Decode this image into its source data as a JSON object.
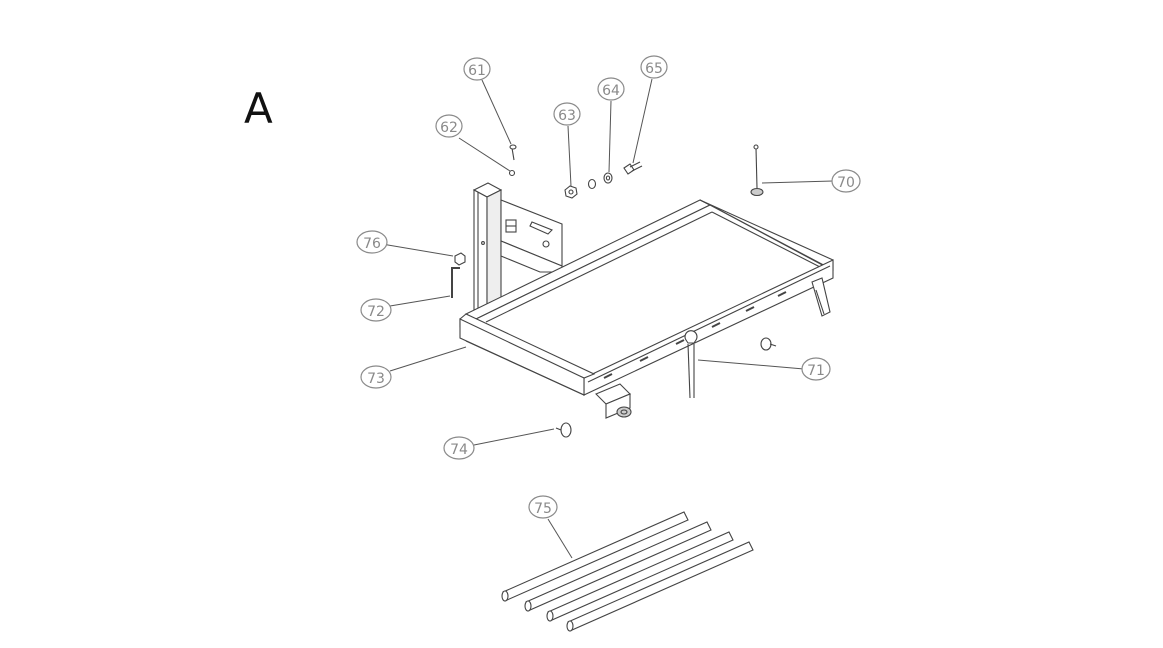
{
  "section_letter": "A",
  "callouts": [
    "61",
    "62",
    "63",
    "64",
    "65",
    "70",
    "71",
    "72",
    "73",
    "74",
    "75",
    "76"
  ],
  "colors": {
    "line": "#444444",
    "callout": "#8a8a8a",
    "fill": "#ffffff",
    "shade": "#d9d9d9"
  }
}
